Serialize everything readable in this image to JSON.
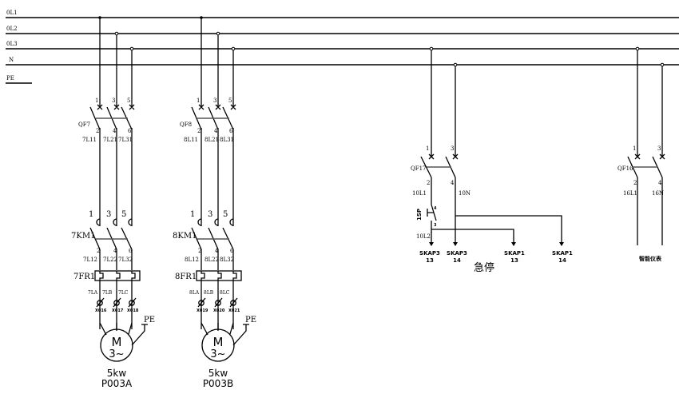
{
  "buses": [
    {
      "label": "0L1"
    },
    {
      "label": "0L2"
    },
    {
      "label": "0L3"
    },
    {
      "label": "N"
    },
    {
      "label": "PE"
    }
  ],
  "motor_branches": [
    {
      "breaker": "QF7",
      "breaker_terminals_in": [
        "1",
        "3",
        "5"
      ],
      "breaker_terminals_out": [
        "2",
        "4",
        "6"
      ],
      "wires_1": [
        "7L11",
        "7L21",
        "7L31"
      ],
      "contactor": "7KM1",
      "contactor_terminals_in": [
        "1",
        "3",
        "5"
      ],
      "contactor_terminals_out": [
        "2",
        "4",
        "6"
      ],
      "wires_2": [
        "7L12",
        "7L22",
        "7L32"
      ],
      "overload": "7FR1",
      "wires_3": [
        "7LA",
        "7LB",
        "7LC"
      ],
      "terminals": [
        "X016",
        "X017",
        "X018"
      ],
      "pe": "PE",
      "motor_symbol": "M",
      "motor_phase": "3~",
      "power": "5kw",
      "tag": "P003A"
    },
    {
      "breaker": "QF8",
      "breaker_terminals_in": [
        "1",
        "3",
        "5"
      ],
      "breaker_terminals_out": [
        "2",
        "4",
        "6"
      ],
      "wires_1": [
        "8L11",
        "8L21",
        "8L31"
      ],
      "contactor": "8KM1",
      "contactor_terminals_in": [
        "1",
        "3",
        "5"
      ],
      "contactor_terminals_out": [
        "2",
        "4",
        "6"
      ],
      "wires_2": [
        "8L12",
        "8L22",
        "8L32"
      ],
      "overload": "8FR1",
      "wires_3": [
        "8LA",
        "8LB",
        "8LC"
      ],
      "terminals": [
        "X019",
        "X020",
        "X021"
      ],
      "pe": "PE",
      "motor_symbol": "M",
      "motor_phase": "3~",
      "power": "5kw",
      "tag": "P003B"
    }
  ],
  "estop_branch": {
    "breaker": "QF17",
    "terminals_in": [
      "1",
      "3"
    ],
    "terminals_out": [
      "2",
      "4"
    ],
    "wires": [
      "10L1",
      "10N"
    ],
    "button": "1SP",
    "button_contacts": [
      "4",
      "3"
    ],
    "wire_after_button": "10L2",
    "outputs": [
      {
        "name": "SKAP3",
        "pin": "13"
      },
      {
        "name": "SKAP3",
        "pin": "14"
      },
      {
        "name": "SKAP1",
        "pin": "13"
      },
      {
        "name": "SKAP1",
        "pin": "14"
      }
    ],
    "caption": "急停"
  },
  "meter_branch": {
    "breaker": "QF16",
    "terminals_in": [
      "1",
      "3"
    ],
    "terminals_out": [
      "2",
      "4"
    ],
    "wires": [
      "16L1",
      "16N"
    ],
    "caption": "智能仪表"
  }
}
